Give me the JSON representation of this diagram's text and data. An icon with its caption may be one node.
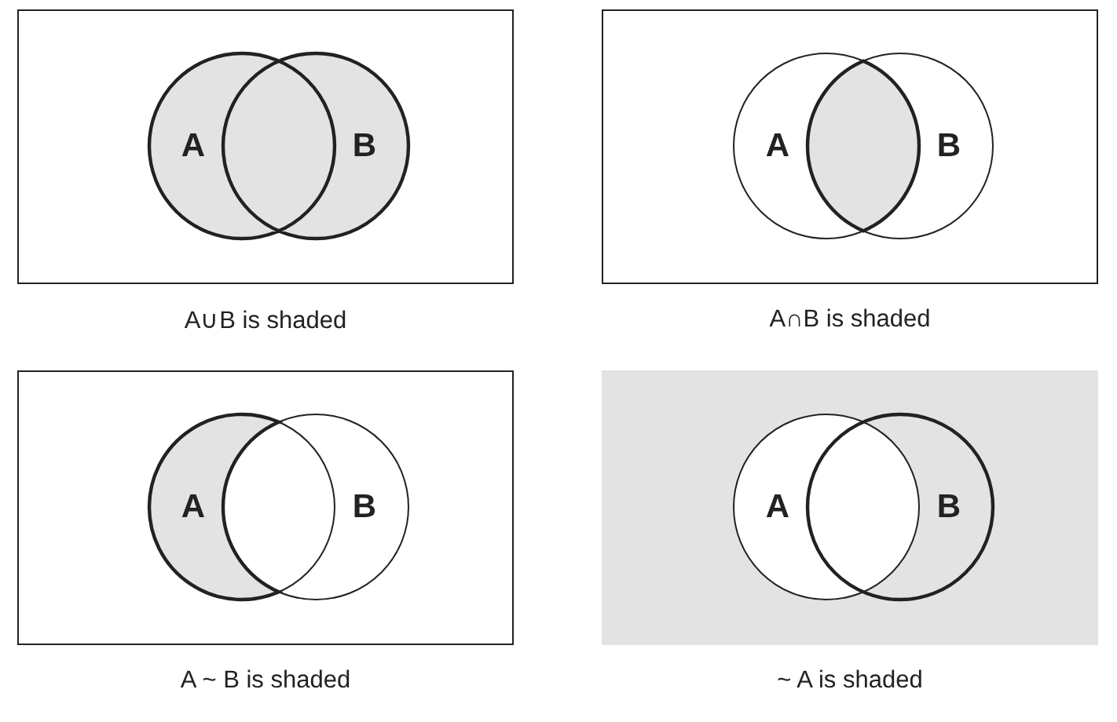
{
  "diagram": {
    "nodes": [
      {
        "text": [
          "A∪B is shaded"
        ]
      },
      {
        "text": [
          "A"
        ],
        "in": 0
      },
      {
        "text": [
          "B"
        ],
        "in": 0
      },
      {
        "text": [
          "A∩B is shaded"
        ]
      },
      {
        "text": [
          "A"
        ],
        "in": 3
      },
      {
        "text": [
          "B"
        ],
        "in": 3
      },
      {
        "text": [
          "A ~ B is shaded"
        ]
      },
      {
        "text": [
          "A"
        ],
        "in": 6
      },
      {
        "text": [
          "B"
        ],
        "in": 6
      },
      {
        "text": [
          "~ A is shaded"
        ]
      },
      {
        "text": [
          "A"
        ],
        "in": 9
      },
      {
        "text": [
          "B"
        ],
        "in": 9
      }
    ]
  }
}
